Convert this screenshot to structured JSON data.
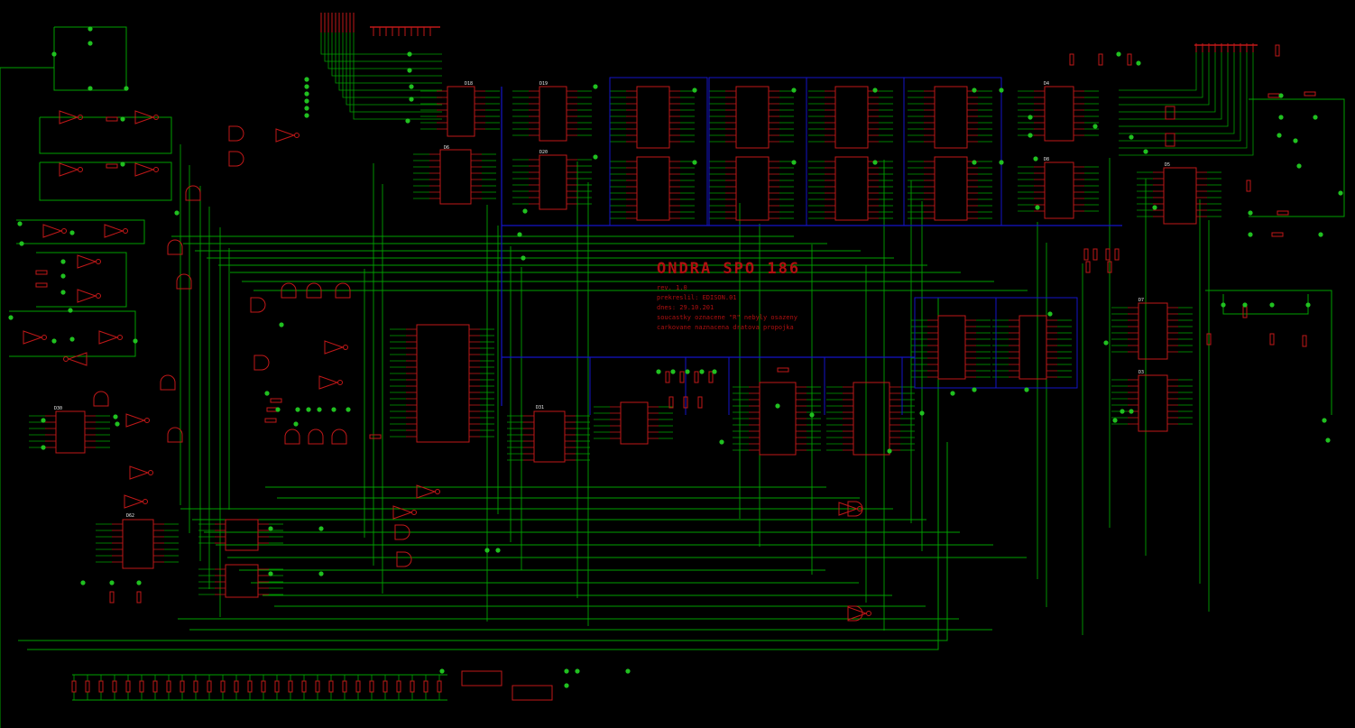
{
  "title": {
    "main": "ONDRA  SPO 186",
    "lines": [
      "rev. 1.0",
      "prekreslil: EDISON.01",
      "dnes: 29.10.201",
      "soucastky oznacene \"R\" nebyly osazeny",
      "carkovane naznacena dratova propojka"
    ]
  },
  "chips": [
    {
      "label": "D18"
    },
    {
      "label": "D19"
    },
    {
      "label": "D6"
    },
    {
      "label": "D20"
    },
    {
      "label": "D4"
    },
    {
      "label": "D8"
    },
    {
      "label": "D5"
    },
    {
      "label": "D7"
    },
    {
      "label": "D3"
    },
    {
      "label": "D31"
    },
    {
      "label": "D30"
    },
    {
      "label": "D62"
    }
  ],
  "colors": {
    "background": "#000000",
    "wire": "#00a000",
    "junction": "#20c020",
    "component": "#c01818",
    "bus": "#1414c8",
    "text_white": "#e8e8e8",
    "title": "#b01010"
  }
}
